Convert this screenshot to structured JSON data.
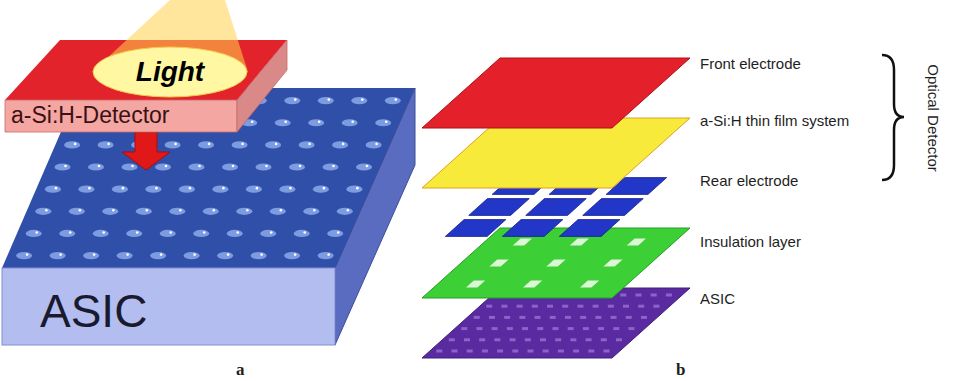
{
  "diagram": {
    "nodes": [
      {
        "text": [
          "a-Si:H-Detector"
        ]
      },
      {
        "text": [
          "Light"
        ],
        "in": 0
      },
      {
        "text": [
          "ASIC"
        ]
      }
    ],
    "edges": [
      {
        "from": 0,
        "to": 2,
        "arrow": "to"
      }
    ],
    "labels": [
      "Front electrode",
      "a-Si:H thin film system",
      "Rear electrode",
      "Insulation layer",
      "ASIC",
      "Optical Detector",
      "a",
      "b"
    ]
  }
}
